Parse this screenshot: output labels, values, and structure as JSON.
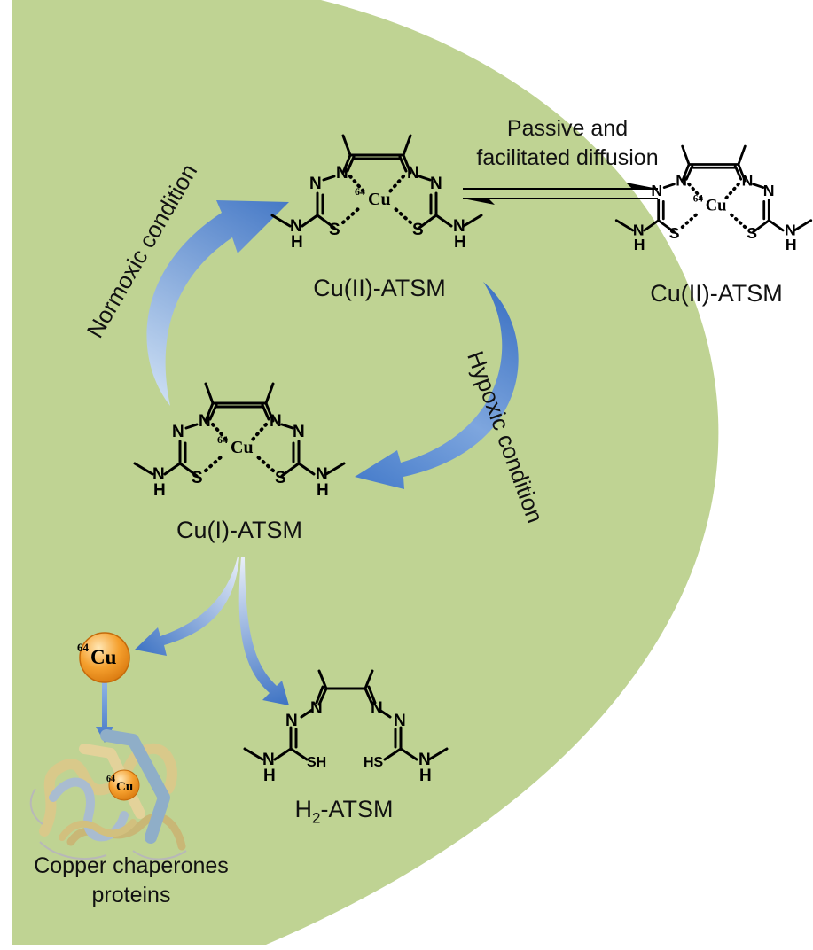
{
  "labels": {
    "cu2_inside": "Cu(II)-ATSM",
    "cu2_outside": "Cu(II)-ATSM",
    "cu1": "Cu(I)-ATSM",
    "h2_prefix": "H",
    "h2_sub": "2",
    "h2_suffix": "-ATSM",
    "diffusion_line1": "Passive and",
    "diffusion_line2": "facilitated diffusion",
    "normoxic": "Normoxic condition",
    "hypoxic": "Hypoxic condition",
    "chaperone_line1": "Copper chaperones",
    "chaperone_line2": "proteins"
  },
  "atoms": {
    "N": "N",
    "S": "S",
    "H": "H",
    "SH": "SH",
    "HS": "HS",
    "Cu": "Cu",
    "isotope": "64"
  },
  "ion": {
    "mass": "64",
    "symbol": "Cu"
  },
  "colors": {
    "cell": "#bfd393",
    "arrow_light": "#c9dcf2",
    "arrow_dark": "#3f74c4",
    "ion_fill": "#f5a02e",
    "ion_highlight": "#ffe7b5"
  }
}
